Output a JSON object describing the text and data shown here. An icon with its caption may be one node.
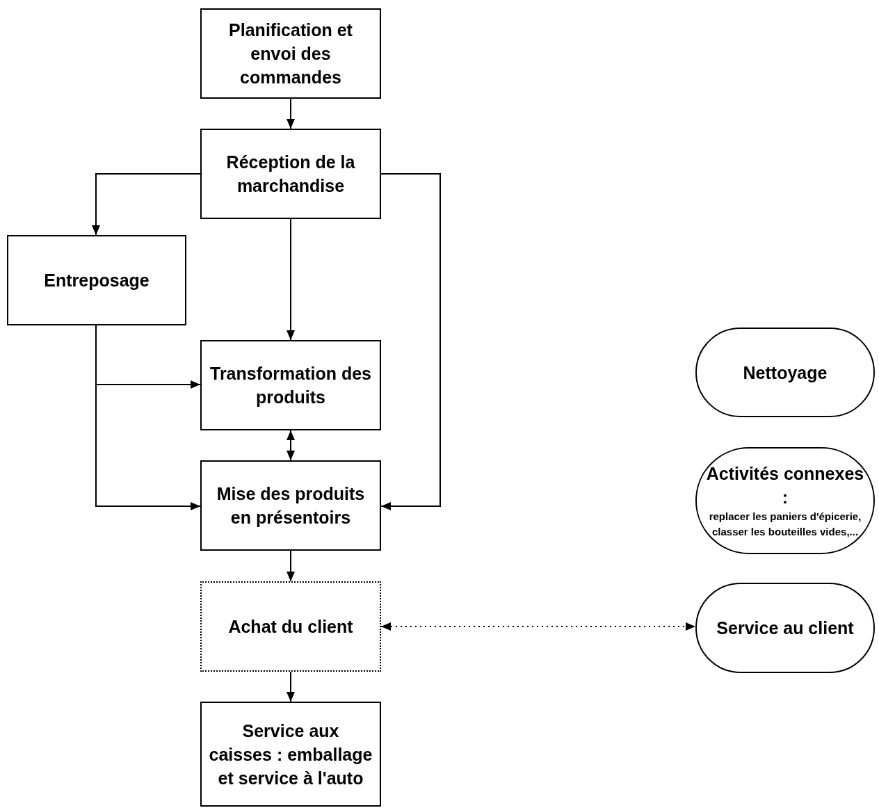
{
  "diagram": {
    "nodes": [
      {
        "text": [
          "Planification et envoi des commandes"
        ]
      },
      {
        "text": [
          "Réception de la marchandise"
        ]
      },
      {
        "text": [
          "Entreposage"
        ]
      },
      {
        "text": [
          "Transformation des produits"
        ]
      },
      {
        "text": [
          "Mise des produits en présentoirs"
        ]
      },
      {
        "text": [
          "Achat du client"
        ]
      },
      {
        "text": [
          "Service aux caisses : emballage et service à l'auto"
        ]
      },
      {
        "text": [
          "Nettoyage"
        ]
      },
      {
        "text": [
          "Activités connexes :",
          "replacer les paniers d'épicerie, classer les bouteilles vides,..."
        ]
      },
      {
        "text": [
          "Service au client"
        ]
      }
    ],
    "edges": [
      {
        "from": 0,
        "to": 1,
        "arrow": "to"
      },
      {
        "from": 1,
        "to": 2,
        "arrow": "to"
      },
      {
        "from": 1,
        "to": 3,
        "arrow": "to"
      },
      {
        "from": 1,
        "to": 4,
        "arrow": "to"
      },
      {
        "from": 2,
        "to": 3,
        "arrow": "to"
      },
      {
        "from": 2,
        "to": 4,
        "arrow": "to"
      },
      {
        "from": 3,
        "to": 4,
        "arrow": "both"
      },
      {
        "from": 4,
        "to": 5,
        "arrow": "to"
      },
      {
        "from": 5,
        "to": 9,
        "arrow": "both",
        "style": "dashed"
      },
      {
        "from": 5,
        "to": 6,
        "arrow": "to"
      }
    ]
  }
}
